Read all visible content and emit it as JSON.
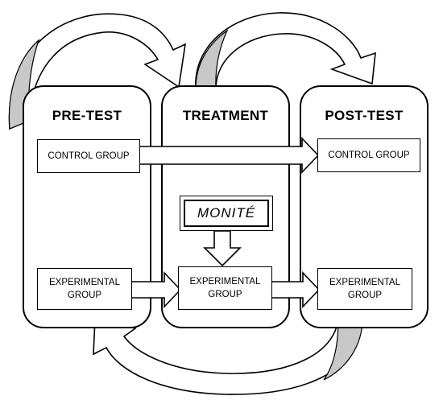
{
  "columns": {
    "pretest": "PRE-TEST",
    "treatment": "TREATMENT",
    "posttest": "POST-TEST"
  },
  "boxes": {
    "pre_control": "CONTROL GROUP",
    "pre_experimental": "EXPERIMENTAL GROUP",
    "treatment_experimental": "EXPERIMENTAL GROUP",
    "post_control": "CONTROL GROUP",
    "post_experimental": "EXPERIMENTAL GROUP",
    "intervention": "MONITÉ"
  },
  "colors": {
    "stroke": "#000000",
    "fill": "#ffffff",
    "shade": "#c8c8c8"
  }
}
